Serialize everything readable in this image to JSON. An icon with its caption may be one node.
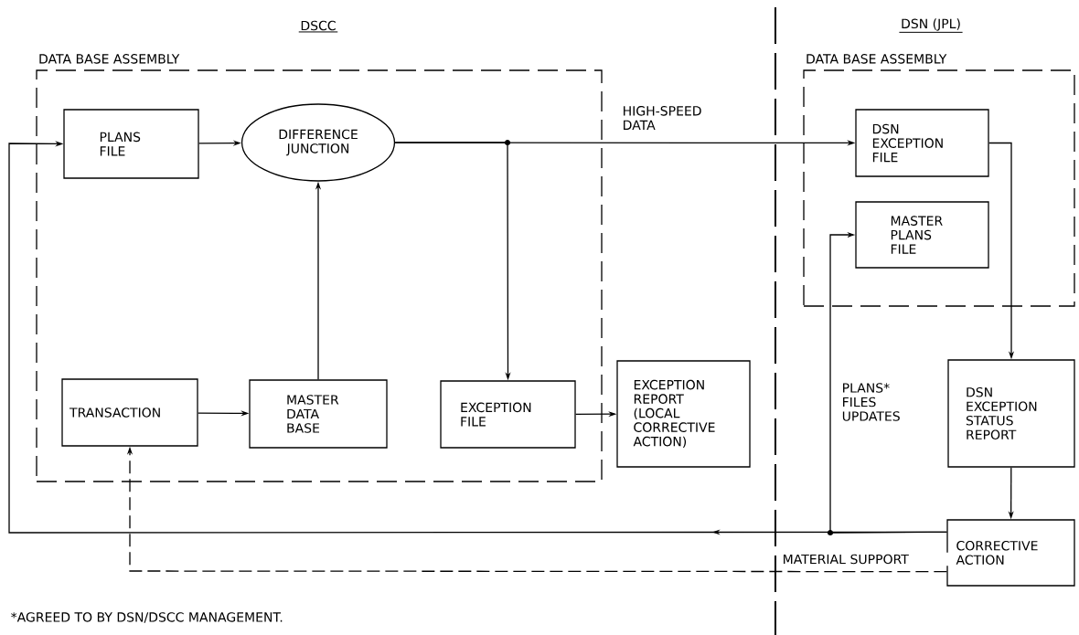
{
  "diagram": {
    "nodes": [
      {
        "text": [
          "DATA BASE ASSEMBLY"
        ]
      },
      {
        "text": [
          "PLANS FILE"
        ],
        "in": 0
      },
      {
        "text": [
          "DIFFERENCE JUNCTION"
        ],
        "in": 0
      },
      {
        "text": [
          "TRANSACTION"
        ],
        "in": 0
      },
      {
        "text": [
          "MASTER DATA BASE"
        ],
        "in": 0
      },
      {
        "text": [
          "EXCEPTION FILE"
        ],
        "in": 0
      },
      {
        "text": [
          "EXCEPTION REPORT (LOCAL CORRECTIVE ACTION)"
        ]
      },
      {
        "text": [
          "DATA BASE ASSEMBLY"
        ]
      },
      {
        "text": [
          "DSN EXCEPTION FILE"
        ],
        "in": 7
      },
      {
        "text": [
          "MASTER PLANS FILE"
        ],
        "in": 7
      },
      {
        "text": [
          "DSN EXCEPTION STATUS REPORT"
        ]
      },
      {
        "text": [
          "CORRECTIVE ACTION"
        ]
      }
    ],
    "edges": [
      {
        "from": 1,
        "to": 2,
        "arrow": "to"
      },
      {
        "from": 4,
        "to": 2,
        "arrow": "to"
      },
      {
        "from": 3,
        "to": 4,
        "arrow": "to"
      },
      {
        "from": 2,
        "to": 8,
        "arrow": "to",
        "label": "HIGH-SPEED DATA"
      },
      {
        "from": 2,
        "to": 5,
        "arrow": "to"
      },
      {
        "from": 5,
        "to": 6,
        "arrow": "to"
      },
      {
        "from": 8,
        "to": 10,
        "arrow": "to"
      },
      {
        "from": 10,
        "to": 11,
        "arrow": "to"
      },
      {
        "from": 11,
        "to": 1,
        "arrow": "to"
      },
      {
        "from": 11,
        "to": 9,
        "arrow": "to",
        "label": "PLANS* FILES UPDATES"
      },
      {
        "from": 11,
        "to": 3,
        "arrow": "to",
        "style": "dashed",
        "label": "MATERIAL SUPPORT"
      }
    ],
    "labels": [
      "DSCC",
      "DSN (JPL)",
      "*AGREED TO BY DSN/DSCC MANAGEMENT."
    ]
  }
}
